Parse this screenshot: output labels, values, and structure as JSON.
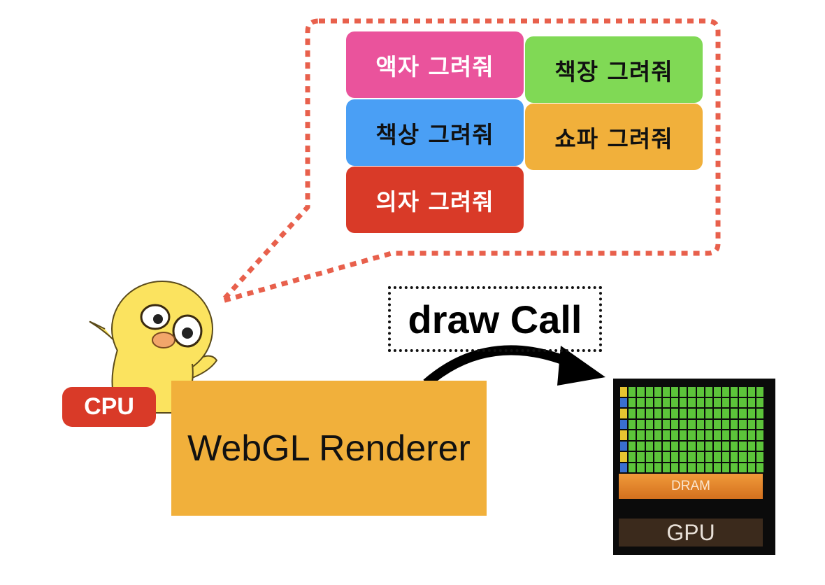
{
  "commands": [
    {
      "label": "액자 그려줘",
      "color": "#ea539c"
    },
    {
      "label": "책장 그려줘",
      "color": "#80d955"
    },
    {
      "label": "책상 그려줘",
      "color": "#4a9ff5"
    },
    {
      "label": "쇼파 그려줘",
      "color": "#f1b03b"
    },
    {
      "label": "의자 그려줘",
      "color": "#d93a28"
    }
  ],
  "draw_call_label": "draw Call",
  "renderer_label": "WebGL Renderer",
  "cpu_label": "CPU",
  "gpu": {
    "dram_label": "DRAM",
    "gpu_label": "GPU"
  },
  "colors": {
    "bubble_outline": "#e8604c",
    "chick_body": "#fbe35f",
    "arrow": "#000000"
  }
}
